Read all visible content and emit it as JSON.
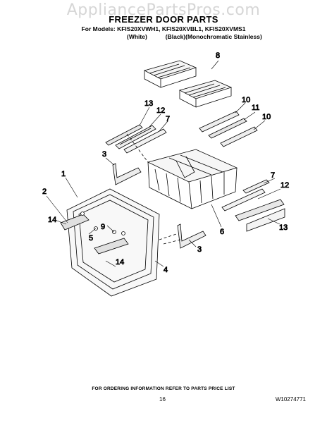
{
  "watermark": "AppliancePartsPros.com",
  "header": {
    "title": "FREEZER DOOR PARTS",
    "models": "For Models: KFIS20XVWH1, KFIS20XVBL1, KFIS20XVMS1",
    "variants": [
      "(White)",
      "(Black)(Monochromatic Stainless)"
    ]
  },
  "callouts": [
    "8",
    "13",
    "12",
    "7",
    "10",
    "11",
    "10",
    "3",
    "1",
    "2",
    "14",
    "5",
    "9",
    "7",
    "12",
    "13",
    "6",
    "3",
    "14",
    "4"
  ],
  "footer": {
    "note": "FOR ORDERING INFORMATION REFER TO PARTS PRICE LIST",
    "page": "16",
    "doc_number": "W10274771"
  }
}
